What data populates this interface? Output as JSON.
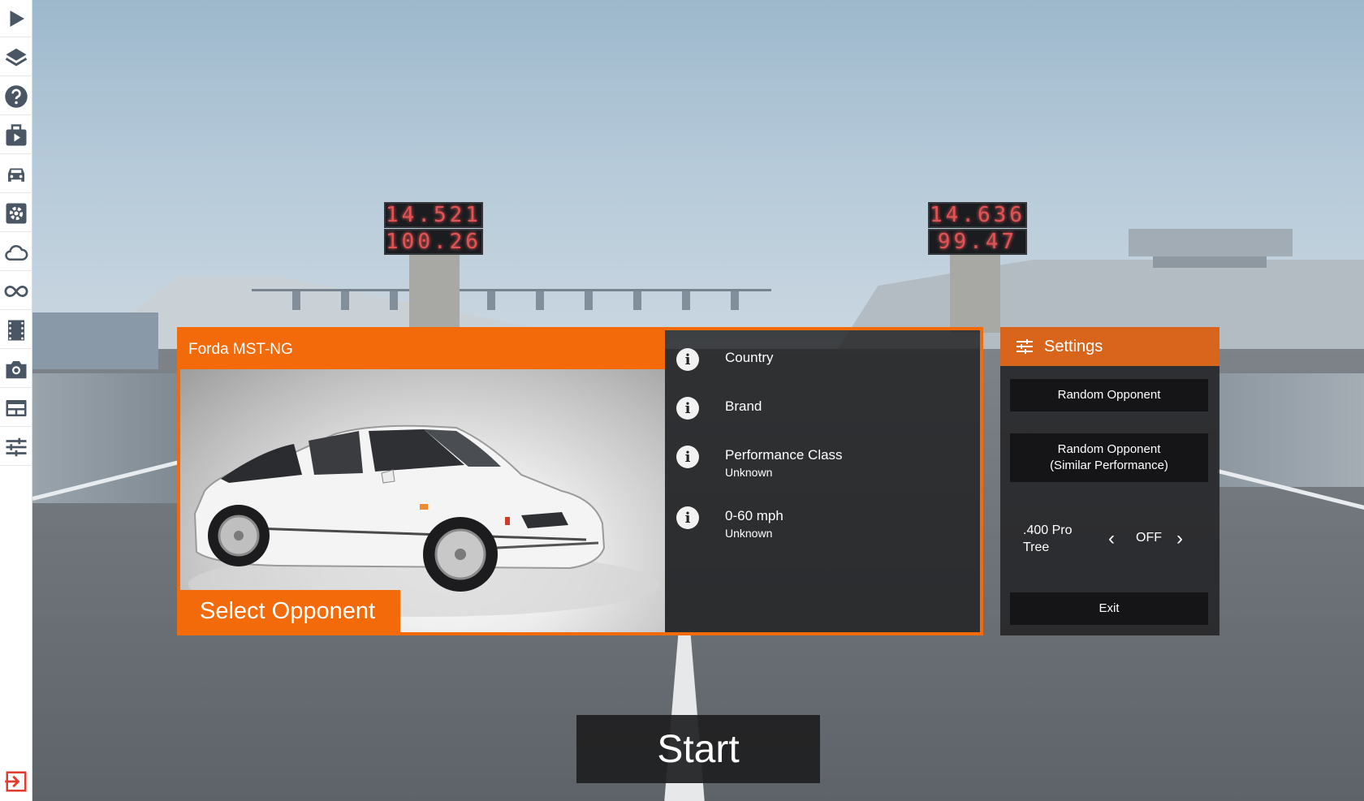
{
  "scoreboards": {
    "left_top": "14.521",
    "left_bottom": "100.26",
    "right_top": "14.636",
    "right_bottom": "99.47"
  },
  "sidebar": {
    "items": [
      {
        "icon": "play-icon"
      },
      {
        "icon": "layers-icon"
      },
      {
        "icon": "help-icon"
      },
      {
        "icon": "scenario-icon"
      },
      {
        "icon": "car-icon"
      },
      {
        "icon": "gear-icon"
      },
      {
        "icon": "cloud-icon"
      },
      {
        "icon": "infinity-icon"
      },
      {
        "icon": "film-icon"
      },
      {
        "icon": "camera-icon"
      },
      {
        "icon": "layout-icon"
      },
      {
        "icon": "sliders-icon"
      }
    ],
    "exit_icon": "exit-icon"
  },
  "vehicle": {
    "name": "Forda MST-NG",
    "select_label": "Select Opponent",
    "info": [
      {
        "label": "Country",
        "value": ""
      },
      {
        "label": "Brand",
        "value": ""
      },
      {
        "label": "Performance Class",
        "value": "Unknown"
      },
      {
        "label": "0-60 mph",
        "value": "Unknown"
      }
    ]
  },
  "settings": {
    "title": "Settings",
    "random_opponent": "Random Opponent",
    "random_opponent_similar_line1": "Random Opponent",
    "random_opponent_similar_line2": "(Similar Performance)",
    "tree_label_line1": ".400 Pro",
    "tree_label_line2": "Tree",
    "tree_value": "OFF",
    "prev_glyph": "‹",
    "next_glyph": "›",
    "exit": "Exit"
  },
  "start_label": "Start",
  "colors": {
    "accent": "#f36a0b",
    "panel_dark": "#1e1e20",
    "scoreboard_led": "#e25454"
  }
}
